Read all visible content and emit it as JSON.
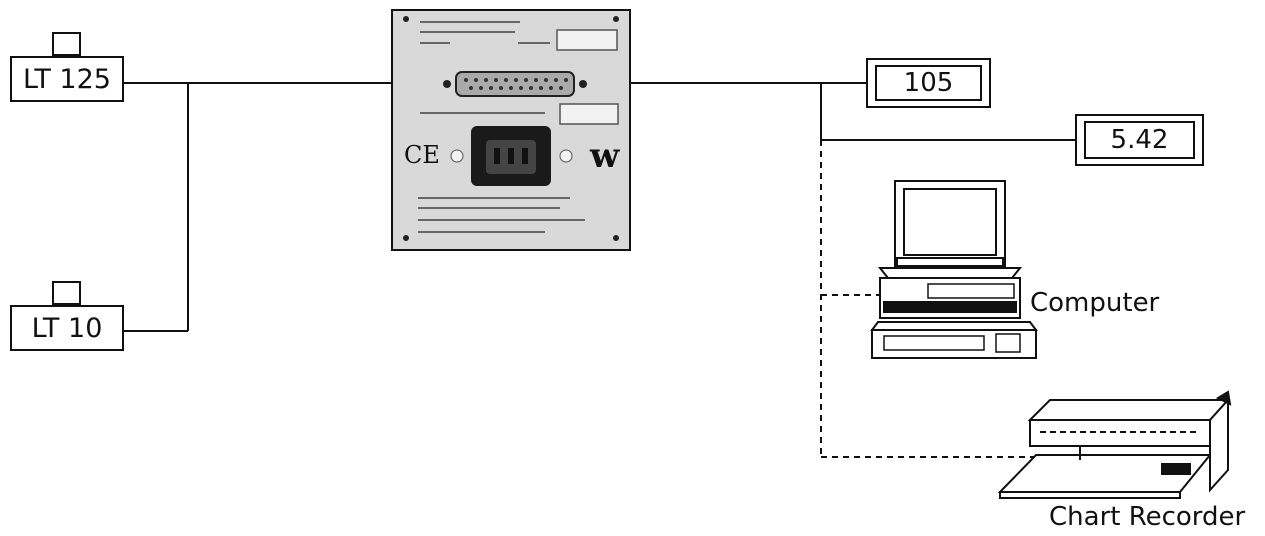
{
  "sensors": [
    {
      "label": "LT 125"
    },
    {
      "label": "LT 10"
    }
  ],
  "displays": [
    {
      "value": "105"
    },
    {
      "value": "5.42"
    }
  ],
  "devices": {
    "computer_label": "Computer",
    "recorder_label": "Chart Recorder"
  },
  "interface_panel": {
    "logo": "w",
    "ce_mark": "CE"
  }
}
